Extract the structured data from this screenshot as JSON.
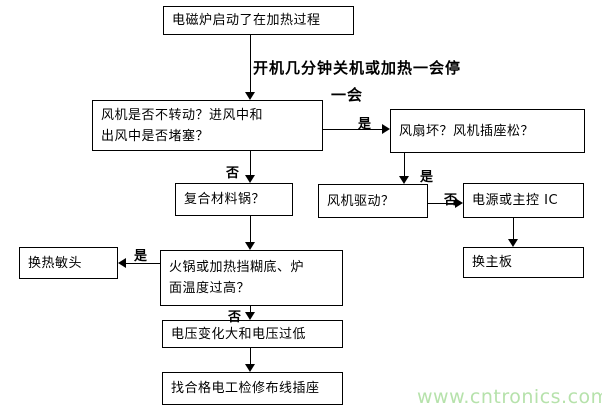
{
  "diagram": {
    "title_context": "induction cooker heating fault troubleshooting flowchart",
    "nodes": {
      "start": {
        "label": "电磁炉启动了在加热过程"
      },
      "fan_check": {
        "line1": "风机是否不转动？进风中和",
        "line2": "出风中是否堵塞？"
      },
      "fan_broken": {
        "label": "风扇坏？风机插座松？"
      },
      "composite_pot": {
        "label": "复合材料锅？"
      },
      "fan_drive": {
        "label": "风机驱动？"
      },
      "power_ic": {
        "label": "电源或主控 IC"
      },
      "heat_sensor": {
        "label": "换热敏头"
      },
      "hotpot": {
        "line1": "火锅或加热挡糊底、炉",
        "line2": "面温度过高？"
      },
      "main_board": {
        "label": "换主板"
      },
      "voltage": {
        "label": "电压变化大和电压过低"
      },
      "electrician": {
        "label": "找合格电工检修布线插座"
      }
    },
    "edges": {
      "startup_condition_line1": "开机几分钟关机或加热一会停",
      "startup_condition_line2": "一会",
      "fan_yes": "是",
      "fan_no": "否",
      "drive_yes": "是",
      "drive_no": "否",
      "hotpot_yes": "是",
      "hotpot_no": "否"
    },
    "watermark": {
      "text": "www.cntronics.com",
      "color": "#b6e2ab"
    },
    "colors": {
      "line": "#000000",
      "background": "#ffffff"
    }
  }
}
